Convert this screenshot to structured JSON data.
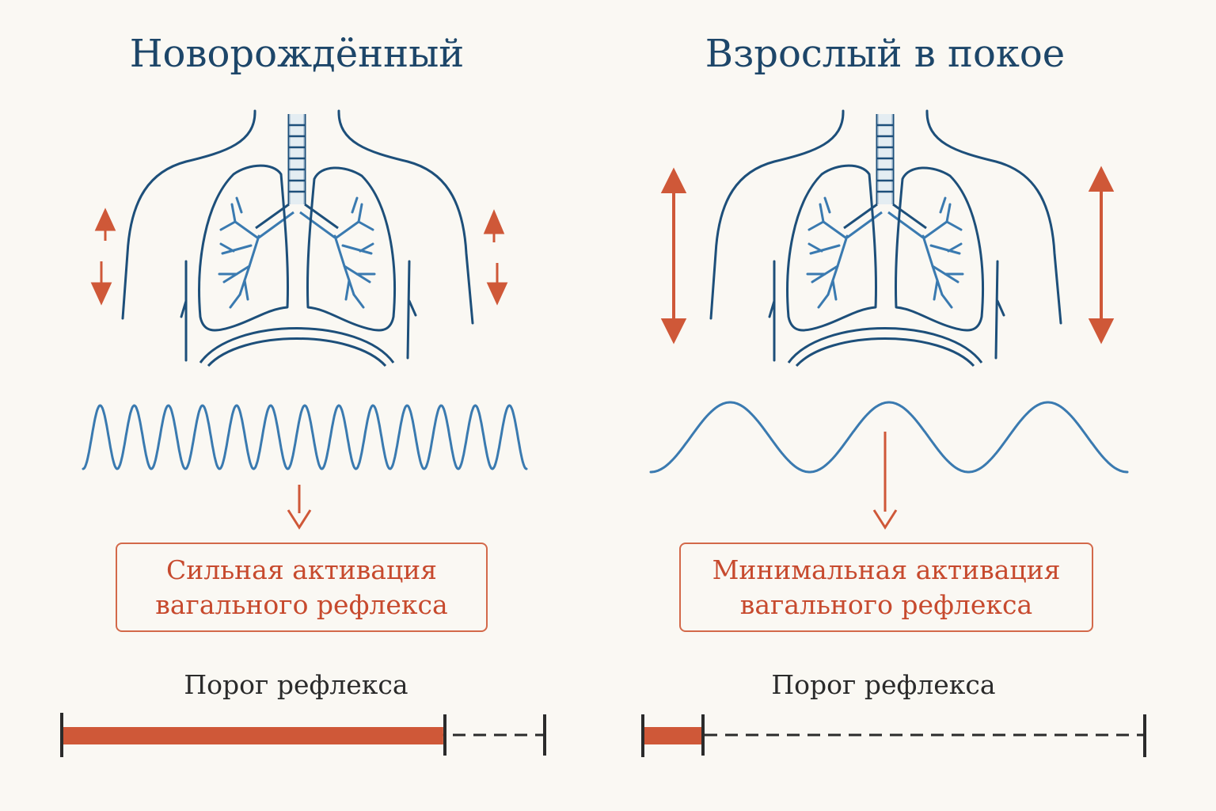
{
  "panels": {
    "left": {
      "title": "Новорождённый",
      "box_line1": "Сильная активация",
      "box_line2": "вагального рефлекса",
      "threshold_label": "Порог рефлекса",
      "wave_cycles": 13,
      "threshold_fill_fraction": 0.79
    },
    "right": {
      "title": "Взрослый в покое",
      "box_line1": "Минимальная активация",
      "box_line2": "вагального рефлекса",
      "threshold_label": "Порог рефлекса",
      "wave_cycles": 3,
      "threshold_fill_fraction": 0.12
    }
  },
  "colors": {
    "outline": "#1d4f7a",
    "wave": "#3a7ab0",
    "accent": "#cf5838",
    "dark": "#2b2b2b",
    "title": "#1d4669"
  }
}
